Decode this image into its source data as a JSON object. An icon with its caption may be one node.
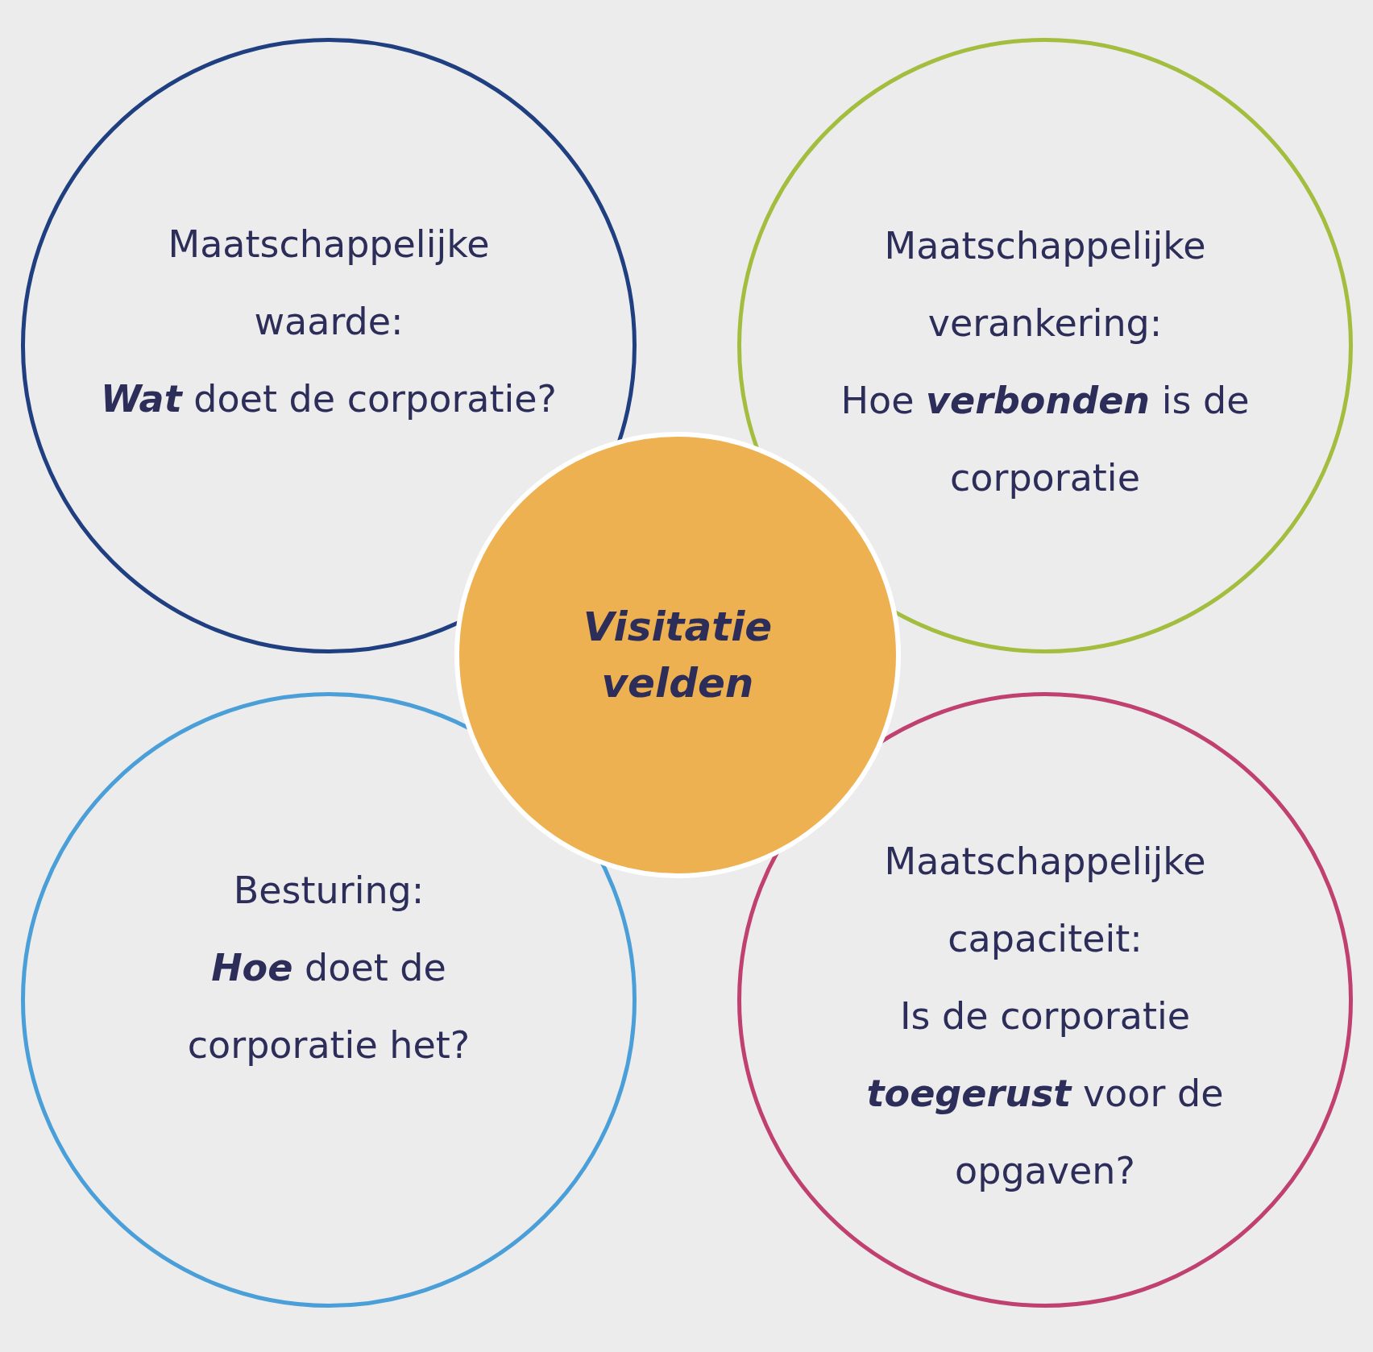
{
  "diagram": {
    "nodes": [
      {
        "text": [
          "Maatschappelijke waarde:",
          "**Wat** doet de corporatie?"
        ]
      },
      {
        "text": [
          "Maatschappelijke verankering:",
          "Hoe **verbonden** is de corporatie"
        ]
      },
      {
        "text": [
          "Visitatie velden"
        ]
      },
      {
        "text": [
          "Besturing:",
          "**Hoe** doet de corporatie het?"
        ]
      },
      {
        "text": [
          "Maatschappelijke capaciteit:",
          "Is de corporatie **toegerust** voor de opgaven?"
        ]
      }
    ],
    "edges": []
  }
}
